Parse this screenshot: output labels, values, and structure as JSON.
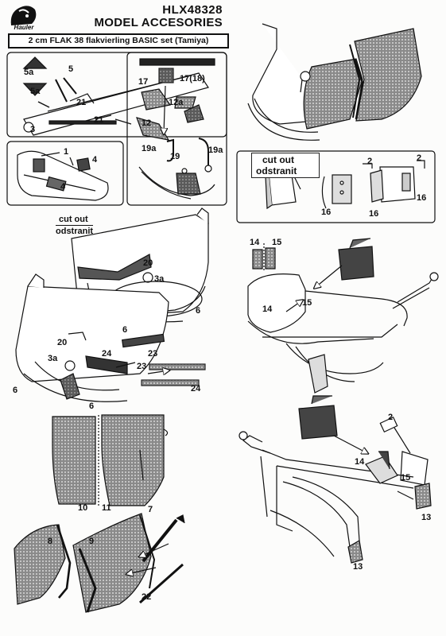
{
  "header": {
    "product_code": "HLX48328",
    "title": "MODEL ACCESORIES",
    "subtitle": "2 cm FLAK 38 flakvierling BASIC set (Tamiya)",
    "brand": "Hauler"
  },
  "cut_out": {
    "left_en": "cut out",
    "left_cz": "odstranit",
    "right_en": "cut out",
    "right_cz": "odstranit"
  },
  "parts": {
    "p5a_top": "5a",
    "p5": "5",
    "p5a_bottom": "5a",
    "p21_top": "21",
    "p3": "3",
    "p21_bottom": "21",
    "p17_18": "17(18)",
    "p17": "17",
    "p12a": "12a",
    "p12": "12",
    "p19a_left": "19a",
    "p19": "19",
    "p19a_right": "19a",
    "p1": "1",
    "p4a": "4",
    "p4b": "4",
    "p20_top": "20",
    "p3a_top": "3a",
    "p6_a": "6",
    "p6_b": "6",
    "p20_bottom": "20",
    "p3a_bottom": "3a",
    "p24_top": "24",
    "p23_top": "23",
    "p23_bottom": "23",
    "p24_bottom": "24",
    "p6_c": "6",
    "p6_d": "6",
    "p10": "10",
    "p11": "11",
    "p7": "7",
    "p8": "8",
    "p9": "9",
    "p22": "22",
    "p16_a": "16",
    "p16_b": "16",
    "p16_c": "16",
    "p2_a": "2",
    "p2_b": "2",
    "p14_top": "14",
    "p15_top": "15",
    "p14_mid": "14",
    "p15_mid": "15",
    "p2_c": "2",
    "p14_low": "14",
    "p15_low": "15",
    "p13_a": "13",
    "p13_b": "13"
  }
}
